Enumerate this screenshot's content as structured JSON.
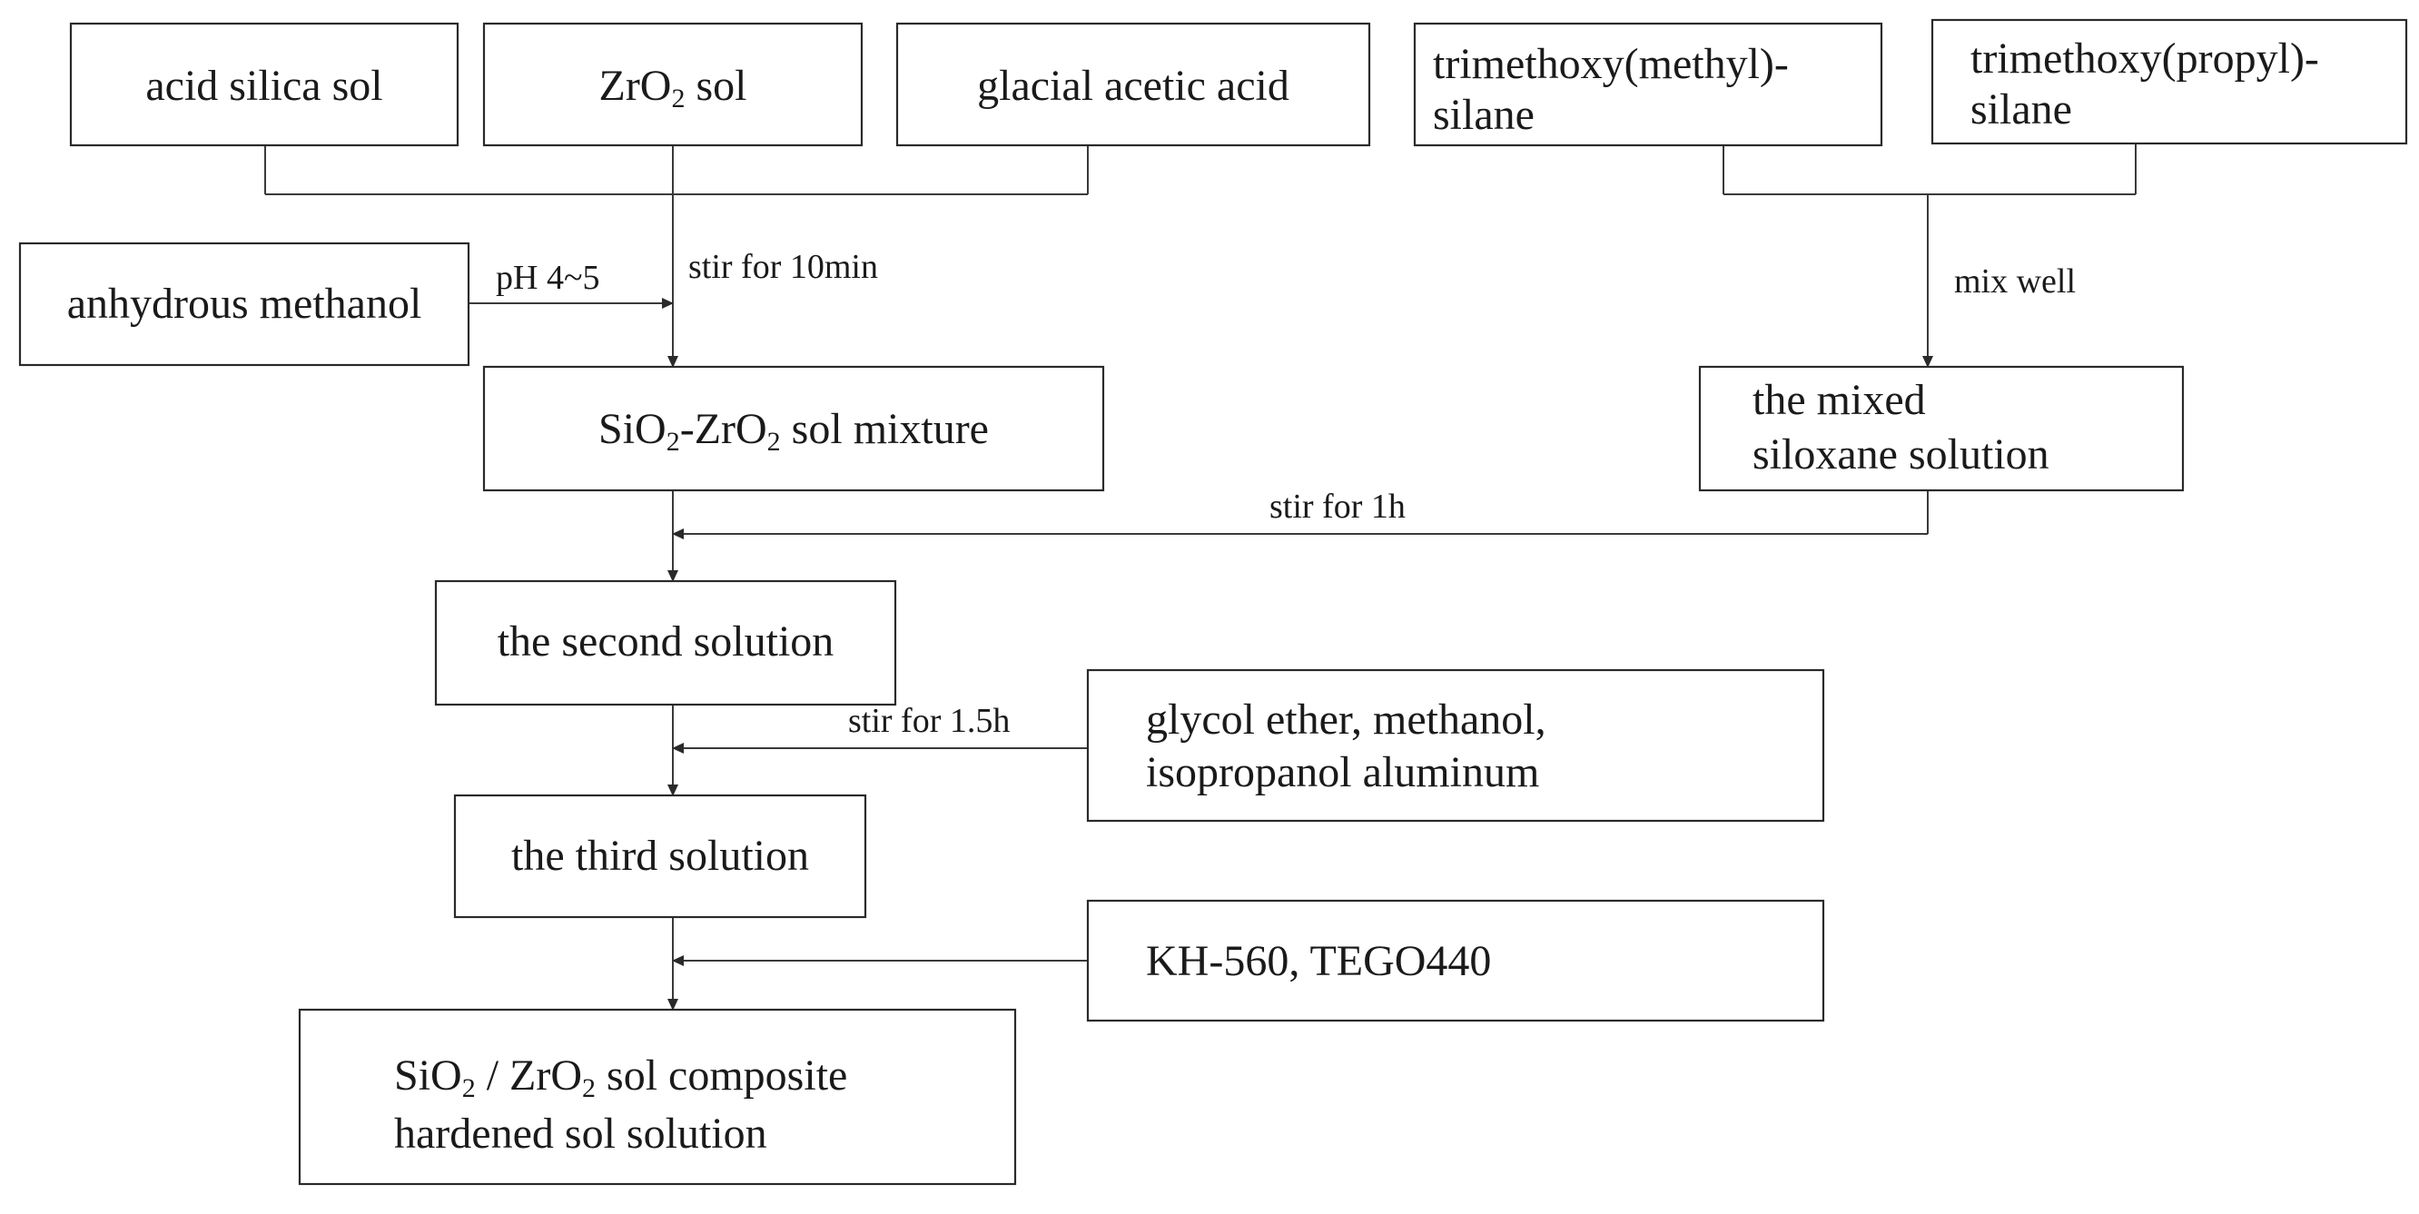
{
  "nodes": {
    "acid_silica_sol": "acid silica sol",
    "zro2_sol": {
      "pre": "ZrO",
      "sub": "2",
      "post": " sol"
    },
    "glacial_acetic_acid": "glacial acetic acid",
    "trimethoxy_methyl_silane": [
      "trimethoxy(methyl)-",
      "silane"
    ],
    "trimethoxy_propyl_silane": [
      "trimethoxy(propyl)-",
      "silane"
    ],
    "anhydrous_methanol": "anhydrous methanol",
    "sio2_zro2_sol_mixture": {
      "a": "SiO",
      "a_sub": "2",
      "b": "-ZrO",
      "b_sub": "2",
      "c": " sol mixture"
    },
    "mixed_siloxane_solution": [
      "the mixed",
      "siloxane solution"
    ],
    "second_solution": "the second solution",
    "glycol_ether_group": [
      "glycol ether, methanol,",
      "isopropanol aluminum"
    ],
    "third_solution": "the third solution",
    "kh560_tego440": "KH-560, TEGO440",
    "final_product": {
      "line1": {
        "a": "SiO",
        "a_sub": "2",
        "b": " / ZrO",
        "b_sub": "2",
        "c": " sol composite"
      },
      "line2": "hardened sol solution"
    }
  },
  "labels": {
    "ph": "pH 4~5",
    "stir_10min": "stir for 10min",
    "mix_well": "mix well",
    "stir_1h": "stir for 1h",
    "stir_1_5h": "stir for 1.5h"
  }
}
